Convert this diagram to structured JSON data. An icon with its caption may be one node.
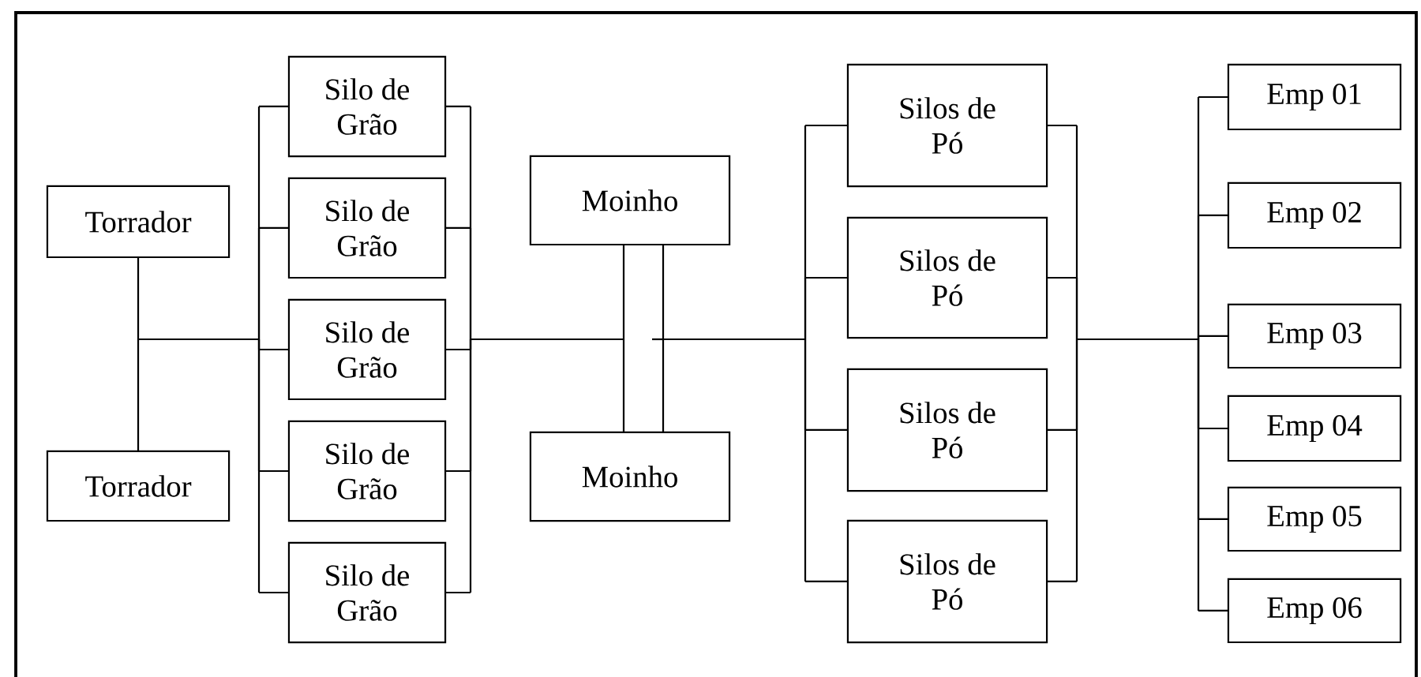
{
  "diagram": {
    "nodes": [
      {
        "text": [
          "Torrador"
        ]
      },
      {
        "text": [
          "Torrador"
        ]
      },
      {
        "text": [
          "Silo de Grão"
        ]
      },
      {
        "text": [
          "Silo de Grão"
        ]
      },
      {
        "text": [
          "Silo de Grão"
        ]
      },
      {
        "text": [
          "Silo de Grão"
        ]
      },
      {
        "text": [
          "Silo de Grão"
        ]
      },
      {
        "text": [
          "Moinho"
        ]
      },
      {
        "text": [
          "Moinho"
        ]
      },
      {
        "text": [
          "Silos de Pó"
        ]
      },
      {
        "text": [
          "Silos de Pó"
        ]
      },
      {
        "text": [
          "Silos de Pó"
        ]
      },
      {
        "text": [
          "Silos de Pó"
        ]
      },
      {
        "text": [
          "Emp 01"
        ]
      },
      {
        "text": [
          "Emp 02"
        ]
      },
      {
        "text": [
          "Emp 03"
        ]
      },
      {
        "text": [
          "Emp 04"
        ]
      },
      {
        "text": [
          "Emp 05"
        ]
      },
      {
        "text": [
          "Emp 06"
        ]
      }
    ],
    "edges": [
      {
        "from": 0,
        "to": 2,
        "arrow": "none"
      },
      {
        "from": 0,
        "to": 3,
        "arrow": "none"
      },
      {
        "from": 0,
        "to": 4,
        "arrow": "none"
      },
      {
        "from": 0,
        "to": 5,
        "arrow": "none"
      },
      {
        "from": 0,
        "to": 6,
        "arrow": "none"
      },
      {
        "from": 1,
        "to": 2,
        "arrow": "none"
      },
      {
        "from": 1,
        "to": 3,
        "arrow": "none"
      },
      {
        "from": 1,
        "to": 4,
        "arrow": "none"
      },
      {
        "from": 1,
        "to": 5,
        "arrow": "none"
      },
      {
        "from": 1,
        "to": 6,
        "arrow": "none"
      },
      {
        "from": 2,
        "to": 7,
        "arrow": "none"
      },
      {
        "from": 3,
        "to": 7,
        "arrow": "none"
      },
      {
        "from": 4,
        "to": 7,
        "arrow": "none"
      },
      {
        "from": 5,
        "to": 7,
        "arrow": "none"
      },
      {
        "from": 6,
        "to": 7,
        "arrow": "none"
      },
      {
        "from": 2,
        "to": 8,
        "arrow": "none"
      },
      {
        "from": 3,
        "to": 8,
        "arrow": "none"
      },
      {
        "from": 4,
        "to": 8,
        "arrow": "none"
      },
      {
        "from": 5,
        "to": 8,
        "arrow": "none"
      },
      {
        "from": 6,
        "to": 8,
        "arrow": "none"
      },
      {
        "from": 7,
        "to": 9,
        "arrow": "none"
      },
      {
        "from": 7,
        "to": 10,
        "arrow": "none"
      },
      {
        "from": 7,
        "to": 11,
        "arrow": "none"
      },
      {
        "from": 7,
        "to": 12,
        "arrow": "none"
      },
      {
        "from": 8,
        "to": 9,
        "arrow": "none"
      },
      {
        "from": 8,
        "to": 10,
        "arrow": "none"
      },
      {
        "from": 8,
        "to": 11,
        "arrow": "none"
      },
      {
        "from": 8,
        "to": 12,
        "arrow": "none"
      },
      {
        "from": 9,
        "to": 13,
        "arrow": "none"
      },
      {
        "from": 9,
        "to": 14,
        "arrow": "none"
      },
      {
        "from": 9,
        "to": 15,
        "arrow": "none"
      },
      {
        "from": 9,
        "to": 16,
        "arrow": "none"
      },
      {
        "from": 9,
        "to": 17,
        "arrow": "none"
      },
      {
        "from": 9,
        "to": 18,
        "arrow": "none"
      },
      {
        "from": 10,
        "to": 13,
        "arrow": "none"
      },
      {
        "from": 10,
        "to": 14,
        "arrow": "none"
      },
      {
        "from": 10,
        "to": 15,
        "arrow": "none"
      },
      {
        "from": 10,
        "to": 16,
        "arrow": "none"
      },
      {
        "from": 10,
        "to": 17,
        "arrow": "none"
      },
      {
        "from": 10,
        "to": 18,
        "arrow": "none"
      },
      {
        "from": 11,
        "to": 13,
        "arrow": "none"
      },
      {
        "from": 11,
        "to": 14,
        "arrow": "none"
      },
      {
        "from": 11,
        "to": 15,
        "arrow": "none"
      },
      {
        "from": 11,
        "to": 16,
        "arrow": "none"
      },
      {
        "from": 11,
        "to": 17,
        "arrow": "none"
      },
      {
        "from": 11,
        "to": 18,
        "arrow": "none"
      },
      {
        "from": 12,
        "to": 13,
        "arrow": "none"
      },
      {
        "from": 12,
        "to": 14,
        "arrow": "none"
      },
      {
        "from": 12,
        "to": 15,
        "arrow": "none"
      },
      {
        "from": 12,
        "to": 16,
        "arrow": "none"
      },
      {
        "from": 12,
        "to": 17,
        "arrow": "none"
      },
      {
        "from": 12,
        "to": 18,
        "arrow": "none"
      }
    ]
  }
}
